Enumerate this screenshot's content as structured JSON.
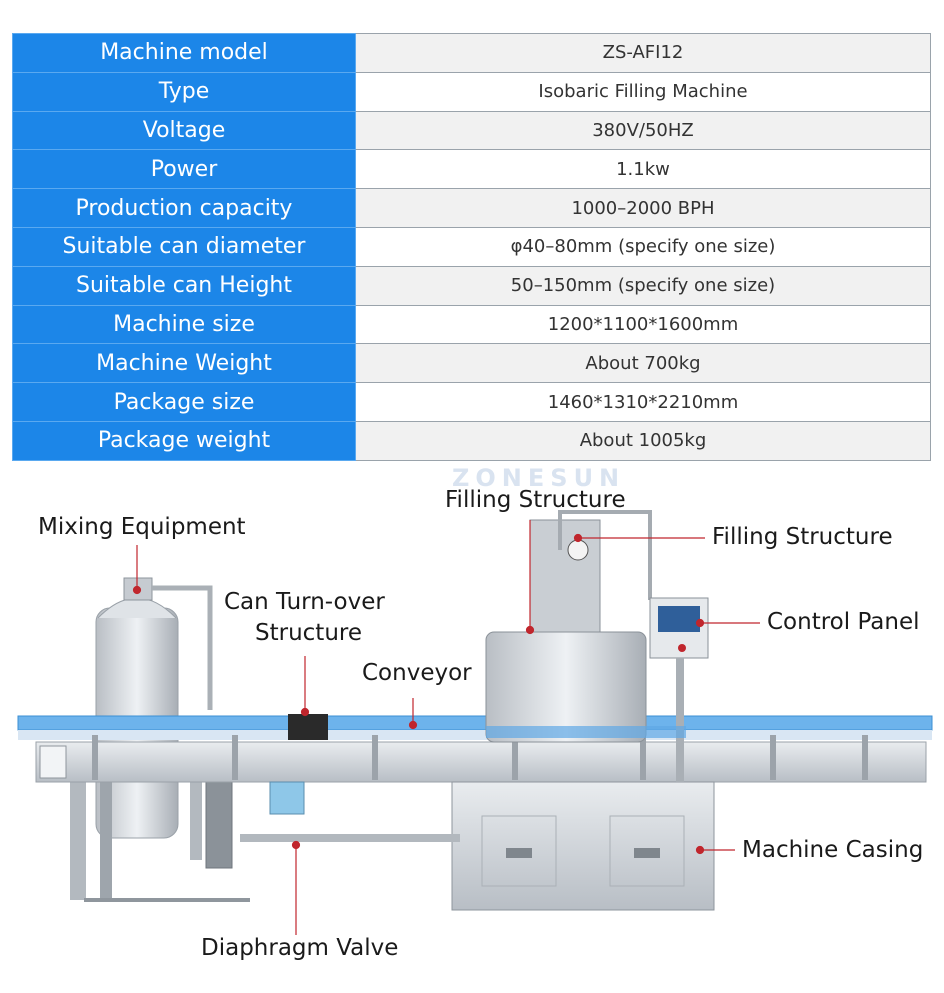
{
  "specs": [
    {
      "key": "Machine model",
      "value": "ZS-AFI12"
    },
    {
      "key": "Type",
      "value": "Isobaric Filling Machine"
    },
    {
      "key": "Voltage",
      "value": "380V/50HZ"
    },
    {
      "key": "Power",
      "value": "1.1kw"
    },
    {
      "key": "Production capacity",
      "value": "1000–2000 BPH"
    },
    {
      "key": "Suitable can diameter",
      "value": "φ40–80mm (specify one size)"
    },
    {
      "key": "Suitable can Height",
      "value": "50–150mm (specify one size)"
    },
    {
      "key": "Machine size",
      "value": "1200*1100*1600mm"
    },
    {
      "key": "Machine Weight",
      "value": "About 700kg"
    },
    {
      "key": "Package size",
      "value": "1460*1310*2210mm"
    },
    {
      "key": "Package weight",
      "value": "About 1005kg"
    }
  ],
  "labels": {
    "filling_structure_top": "Filling Structure",
    "filling_structure_right": "Filling Structure",
    "mixing_equipment": "Mixing Equipment",
    "can_turnover": "Can Turn-over",
    "can_turnover_2": "Structure",
    "conveyor": "Conveyor",
    "control_panel": "Control Panel",
    "machine_casing": "Machine Casing",
    "diaphragm_valve": "Diaphragm Valve"
  },
  "watermark": "ZONESUN",
  "colors": {
    "header_blue": "#1c86e8",
    "pointer_red": "#c0262d",
    "callout_line": "#c0262d"
  }
}
